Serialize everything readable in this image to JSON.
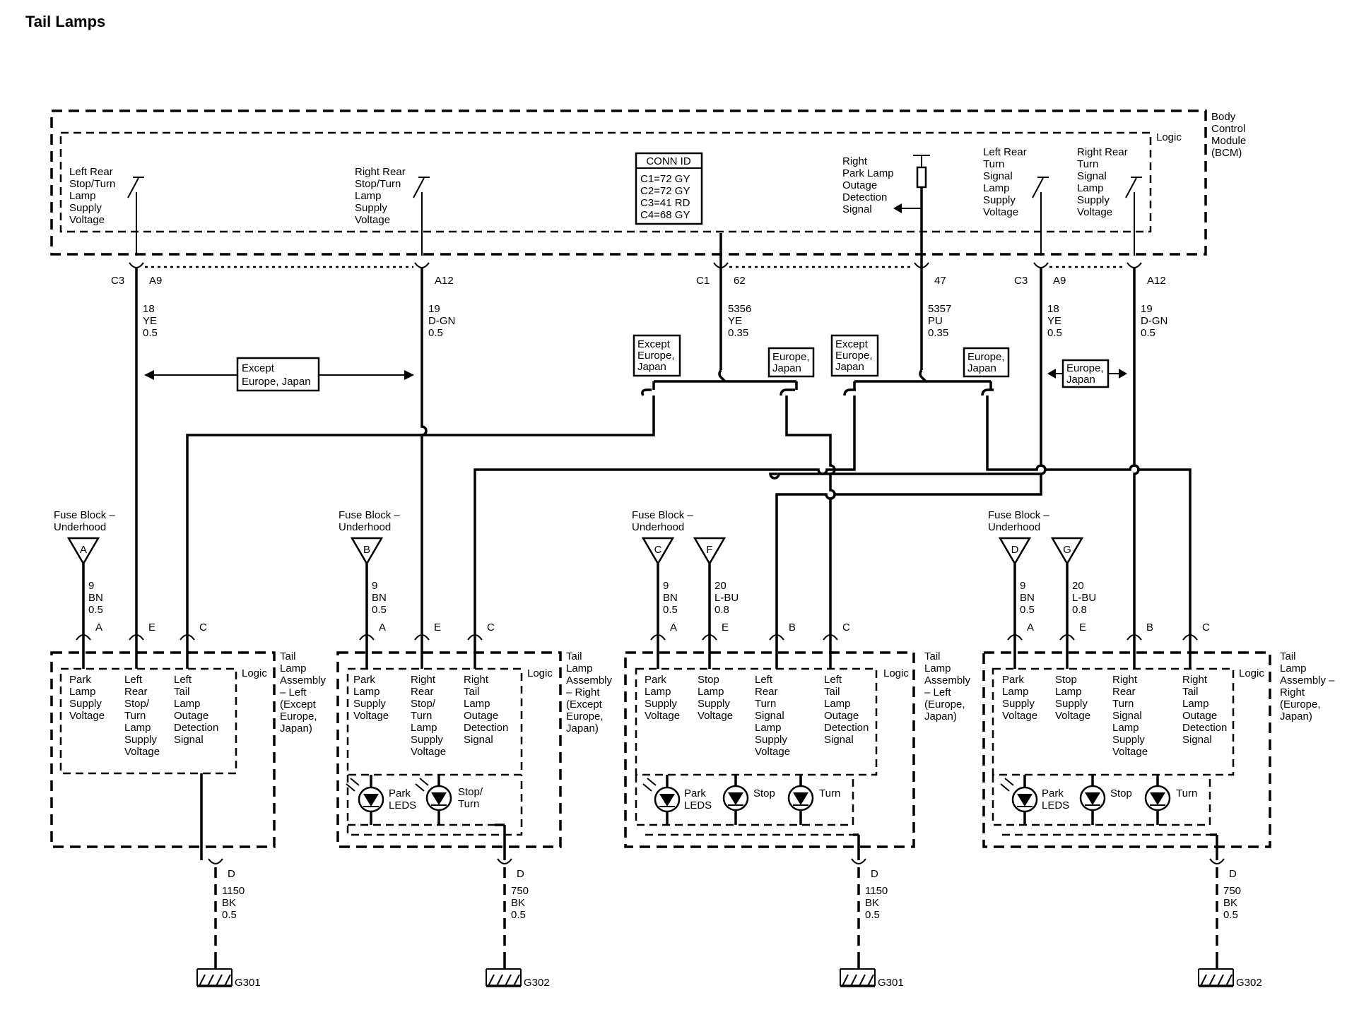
{
  "title": "Tail Lamps",
  "bcm": {
    "module_label": [
      "Body",
      "Control",
      "Module",
      "(BCM)"
    ],
    "logic_label": "Logic",
    "outputs": [
      {
        "name": [
          "Left Rear",
          "Stop/Turn",
          "Lamp",
          "Supply",
          "Voltage"
        ]
      },
      {
        "name": [
          "Right Rear",
          "Stop/Turn",
          "Lamp",
          "Supply",
          "Voltage"
        ]
      },
      {
        "name": [
          "Right",
          "Park Lamp",
          "Outage",
          "Detection",
          "Signal"
        ]
      },
      {
        "name": [
          "Left Rear",
          "Turn",
          "Signal",
          "Lamp",
          "Supply",
          "Voltage"
        ]
      },
      {
        "name": [
          "Right Rear",
          "Turn",
          "Signal",
          "Lamp",
          "Supply",
          "Voltage"
        ]
      }
    ],
    "conn_id": {
      "header": "CONN ID",
      "rows": [
        "C1=72 GY",
        "C2=72 GY",
        "C3=41 RD",
        "C4=68 GY"
      ]
    }
  },
  "bcm_pins": [
    {
      "connector": "C3",
      "pin": "A9"
    },
    {
      "connector": "",
      "pin": "A12"
    },
    {
      "connector": "C1",
      "pin": "62"
    },
    {
      "connector": "",
      "pin": "47"
    },
    {
      "connector": "C3",
      "pin": "A9"
    },
    {
      "connector": "",
      "pin": "A12"
    }
  ],
  "circuits": [
    {
      "circuit": "18",
      "color": "YE",
      "gauge": "0.5"
    },
    {
      "circuit": "19",
      "color": "D-GN",
      "gauge": "0.5"
    },
    {
      "circuit": "5356",
      "color": "YE",
      "gauge": "0.35"
    },
    {
      "circuit": "5357",
      "color": "PU",
      "gauge": "0.35"
    },
    {
      "circuit": "18",
      "color": "YE",
      "gauge": "0.5"
    },
    {
      "circuit": "19",
      "color": "D-GN",
      "gauge": "0.5"
    }
  ],
  "option_labels": [
    {
      "text": [
        "Except",
        "Europe, Japan"
      ]
    },
    {
      "text": [
        "Except",
        "Europe,",
        "Japan"
      ]
    },
    {
      "text": [
        "Europe,",
        "Japan"
      ]
    },
    {
      "text": [
        "Except",
        "Europe,",
        "Japan"
      ]
    },
    {
      "text": [
        "Europe,",
        "Japan"
      ]
    },
    {
      "text": [
        "Europe,",
        "Japan"
      ]
    }
  ],
  "fuse_block_label": [
    "Fuse Block –",
    "Underhood"
  ],
  "fuses": [
    {
      "id": "A",
      "circuit": "9",
      "color": "BN",
      "gauge": "0.5"
    },
    {
      "id": "B",
      "circuit": "9",
      "color": "BN",
      "gauge": "0.5"
    },
    {
      "id": "C",
      "circuit": "9",
      "color": "BN",
      "gauge": "0.5"
    },
    {
      "id": "F",
      "circuit": "20",
      "color": "L-BU",
      "gauge": "0.8"
    },
    {
      "id": "D",
      "circuit": "9",
      "color": "BN",
      "gauge": "0.5"
    },
    {
      "id": "G",
      "circuit": "20",
      "color": "L-BU",
      "gauge": "0.8"
    }
  ],
  "assemblies": [
    {
      "name": [
        "Tail",
        "Lamp",
        "Assembly",
        "– Left",
        "(Except",
        "Europe,",
        "Japan)"
      ],
      "logic": "Logic",
      "pins": [
        "A",
        "E",
        "C"
      ],
      "signals": [
        [
          "Park",
          "Lamp",
          "Supply",
          "Voltage"
        ],
        [
          "Left",
          "Rear",
          "Stop/",
          "Turn",
          "Lamp",
          "Supply",
          "Voltage"
        ],
        [
          "Left",
          "Tail",
          "Lamp",
          "Outage",
          "Detection",
          "Signal"
        ]
      ],
      "leds": [],
      "ground_pin": "D",
      "ground_circuit": {
        "circuit": "1150",
        "color": "BK",
        "gauge": "0.5"
      },
      "ground_name": "G301"
    },
    {
      "name": [
        "Tail",
        "Lamp",
        "Assembly",
        "– Right",
        "(Except",
        "Europe,",
        "Japan)"
      ],
      "logic": "Logic",
      "pins": [
        "A",
        "E",
        "C"
      ],
      "signals": [
        [
          "Park",
          "Lamp",
          "Supply",
          "Voltage"
        ],
        [
          "Right",
          "Rear",
          "Stop/",
          "Turn",
          "Lamp",
          "Supply",
          "Voltage"
        ],
        [
          "Right",
          "Tail",
          "Lamp",
          "Outage",
          "Detection",
          "Signal"
        ]
      ],
      "leds": [
        [
          "Park",
          "LEDS"
        ],
        [
          "Stop/",
          "Turn"
        ]
      ],
      "ground_pin": "D",
      "ground_circuit": {
        "circuit": "750",
        "color": "BK",
        "gauge": "0.5"
      },
      "ground_name": "G302"
    },
    {
      "name": [
        "Tail",
        "Lamp",
        "Assembly",
        "– Left",
        "(Europe,",
        "Japan)"
      ],
      "logic": "Logic",
      "pins": [
        "A",
        "E",
        "B",
        "C"
      ],
      "signals": [
        [
          "Park",
          "Lamp",
          "Supply",
          "Voltage"
        ],
        [
          "Stop",
          "Lamp",
          "Supply",
          "Voltage"
        ],
        [
          "Left",
          "Rear",
          "Turn",
          "Signal",
          "Lamp",
          "Supply",
          "Voltage"
        ],
        [
          "Left",
          "Tail",
          "Lamp",
          "Outage",
          "Detection",
          "Signal"
        ]
      ],
      "leds": [
        [
          "Park",
          "LEDS"
        ],
        [
          "Stop"
        ],
        [
          "Turn"
        ]
      ],
      "ground_pin": "D",
      "ground_circuit": {
        "circuit": "1150",
        "color": "BK",
        "gauge": "0.5"
      },
      "ground_name": "G301"
    },
    {
      "name": [
        "Tail",
        "Lamp",
        "Assembly –",
        "Right",
        "(Europe,",
        "Japan)"
      ],
      "logic": "Logic",
      "pins": [
        "A",
        "E",
        "B",
        "C"
      ],
      "signals": [
        [
          "Park",
          "Lamp",
          "Supply",
          "Voltage"
        ],
        [
          "Stop",
          "Lamp",
          "Supply",
          "Voltage"
        ],
        [
          "Right",
          "Rear",
          "Turn",
          "Signal",
          "Lamp",
          "Supply",
          "Voltage"
        ],
        [
          "Right",
          "Tail",
          "Lamp",
          "Outage",
          "Detection",
          "Signal"
        ]
      ],
      "leds": [
        [
          "Park",
          "LEDS"
        ],
        [
          "Stop"
        ],
        [
          "Turn"
        ]
      ],
      "ground_pin": "D",
      "ground_circuit": {
        "circuit": "750",
        "color": "BK",
        "gauge": "0.5"
      },
      "ground_name": "G302"
    }
  ]
}
